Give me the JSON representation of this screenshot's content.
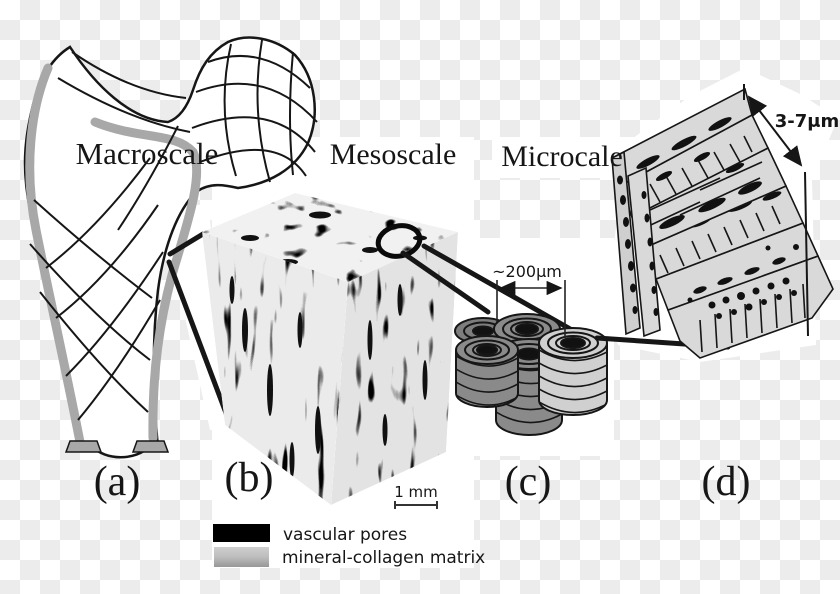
{
  "figure": {
    "description": "Hierarchical structure of cortical bone across length scales",
    "labels": {
      "macroscale": "Macroscale",
      "mesoscale": "Mesoscale",
      "microscale": "Microcale",
      "panel_a": "(a)",
      "panel_b": "(b)",
      "panel_c": "(c)",
      "panel_d": "(d)"
    },
    "annotations": {
      "osteon_diameter": "~200μm",
      "lamella_thickness": "3-7μm",
      "scale_bar": "1 mm"
    },
    "legend": {
      "items": [
        {
          "label": "vascular pores",
          "swatch": "black"
        },
        {
          "label": "mineral-collagen matrix",
          "swatch": "gray-gradient"
        }
      ]
    },
    "colors": {
      "checker_gray": "#ececec",
      "ink": "#161616",
      "cortical_band_gray": "#a8a8a8",
      "osteon_gray": "#8a8a8a",
      "osteon_light_gray": "#d0d0d0",
      "lamella_gray": "#d9d9d9",
      "ct_face_light": "#f1f1f1"
    }
  }
}
